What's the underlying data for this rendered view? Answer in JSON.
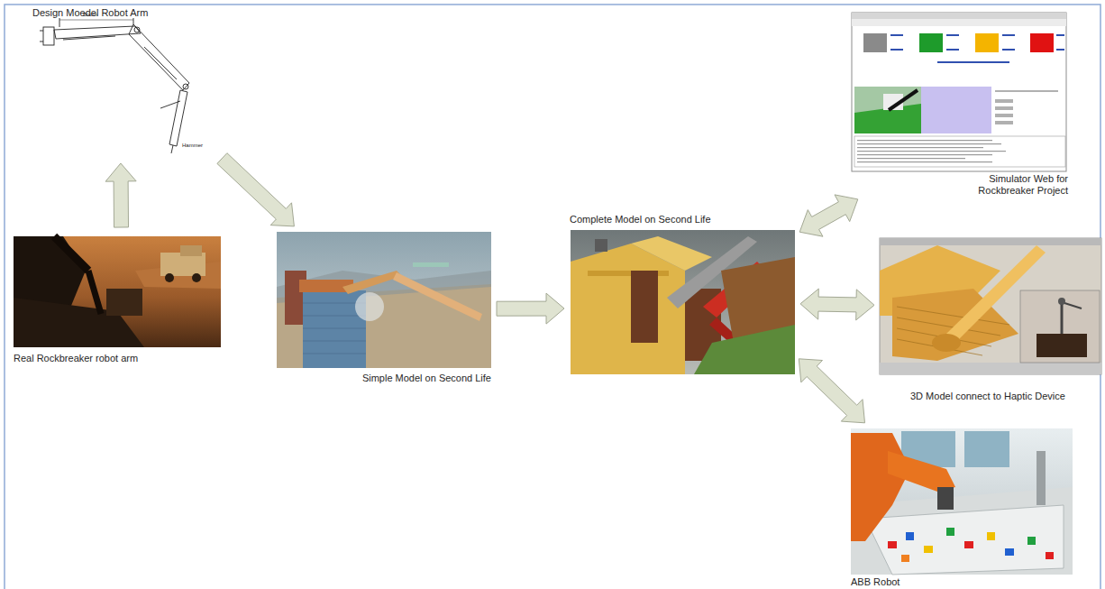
{
  "diagram": {
    "nodes": [
      {
        "text": [
          "Design Moedel Robot Arm"
        ]
      },
      {
        "text": [
          "Real Rockbreaker robot arm"
        ]
      },
      {
        "text": [
          "Simple Model on Second Life"
        ]
      },
      {
        "text": [
          "Complete Model on Second Life"
        ]
      },
      {
        "text": [
          "Simulator Web for Rockbreaker Project"
        ]
      },
      {
        "text": [
          "3D Model connect to Haptic Device"
        ]
      },
      {
        "text": [
          "ABB Robot"
        ]
      }
    ],
    "edges": [
      {
        "from": 1,
        "to": 0,
        "arrow": "to"
      },
      {
        "from": 0,
        "to": 2,
        "arrow": "to"
      },
      {
        "from": 2,
        "to": 3,
        "arrow": "to"
      },
      {
        "from": 3,
        "to": 4,
        "arrow": "both"
      },
      {
        "from": 3,
        "to": 5,
        "arrow": "both"
      },
      {
        "from": 3,
        "to": 6,
        "arrow": "both"
      }
    ],
    "labels": [
      "Boom",
      "Hammer"
    ]
  }
}
